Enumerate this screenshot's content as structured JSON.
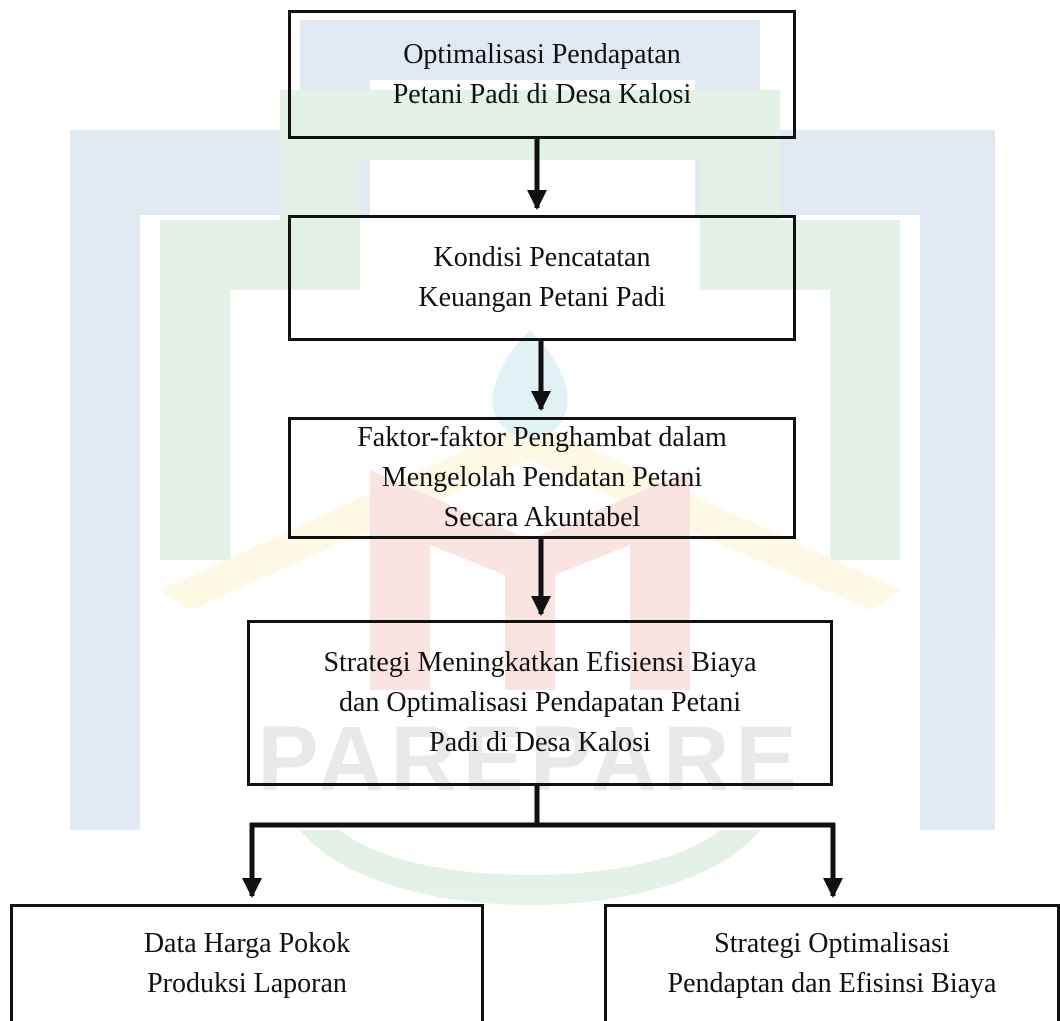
{
  "watermark": {
    "text": "PAREPARE",
    "colors": {
      "green": "#2e9a4e",
      "blue": "#1f5fa8",
      "yellow": "#f2d23a",
      "red": "#d9362b"
    }
  },
  "flowchart": {
    "boxes": {
      "b1": "Optimalisasi Pendapatan\nPetani Padi di Desa Kalosi",
      "b2": "Kondisi Pencatatan\nKeuangan Petani Padi",
      "b3": "Faktor-faktor Penghambat dalam\nMengelolah Pendatan Petani\nSecara Akuntabel",
      "b4": "Strategi Meningkatkan Efisiensi Biaya\ndan Optimalisasi Pendapatan Petani\nPadi di Desa Kalosi",
      "b5": "Data Harga Pokok\nProduksi Laporan",
      "b6": "Strategi Optimalisasi\nPendaptan dan Efisinsi Biaya"
    }
  }
}
